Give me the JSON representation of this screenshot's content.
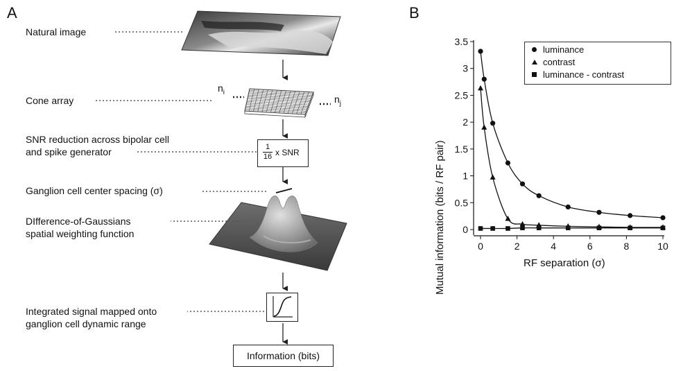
{
  "panels": {
    "a": "A",
    "b": "B"
  },
  "panel_a": {
    "natural_image": "Natural image",
    "cone_array": "Cone array",
    "n_i": "n",
    "n_i_sub": "i",
    "n_j": "n",
    "n_j_sub": "j",
    "snr_line1": "SNR reduction across bipolar cell",
    "snr_line2": "and spike generator",
    "snr_num": "1",
    "snr_den": "16",
    "snr_suffix": "x SNR",
    "spacing": "Ganglion cell center spacing (σ)",
    "dog_line1": "DIfference-of-Gaussians",
    "dog_line2": "spatial weighting function",
    "integrated_line1": "Integrated signal mapped onto",
    "integrated_line2": "ganglion cell dynamic range",
    "information": "Information (bits)"
  },
  "chart_data": {
    "type": "line",
    "title": "",
    "xlabel": "RF separation (σ)",
    "ylabel": "Mutual information (bits / RF pair)",
    "xlim": [
      0,
      10
    ],
    "ylim": [
      0,
      3.5
    ],
    "xticks": [
      "0",
      "2",
      "4",
      "6",
      "8",
      "10"
    ],
    "yticks": [
      "0",
      "0.5",
      "1",
      "1.5",
      "2",
      "2.5",
      "3",
      "3.5"
    ],
    "legend_position": "top-right",
    "series": [
      {
        "name": "luminance",
        "marker": "circle",
        "x": [
          0,
          0.2,
          0.67,
          1.5,
          2.3,
          3.2,
          4.8,
          6.5,
          8.2,
          10
        ],
        "y": [
          3.32,
          2.8,
          1.98,
          1.24,
          0.85,
          0.63,
          0.42,
          0.32,
          0.26,
          0.22
        ]
      },
      {
        "name": "contrast",
        "marker": "triangle",
        "x": [
          0,
          0.2,
          0.67,
          1.5,
          2.3,
          3.2,
          4.8,
          6.5,
          8.2,
          10
        ],
        "y": [
          2.63,
          1.9,
          0.97,
          0.2,
          0.1,
          0.08,
          0.06,
          0.05,
          0.04,
          0.04
        ]
      },
      {
        "name": "luminance - contrast",
        "marker": "square",
        "x": [
          0,
          0.67,
          1.5,
          2.3,
          3.2,
          4.8,
          6.5,
          8.2,
          10
        ],
        "y": [
          0.02,
          0.02,
          0.02,
          0.03,
          0.03,
          0.03,
          0.03,
          0.03,
          0.03
        ]
      }
    ]
  }
}
